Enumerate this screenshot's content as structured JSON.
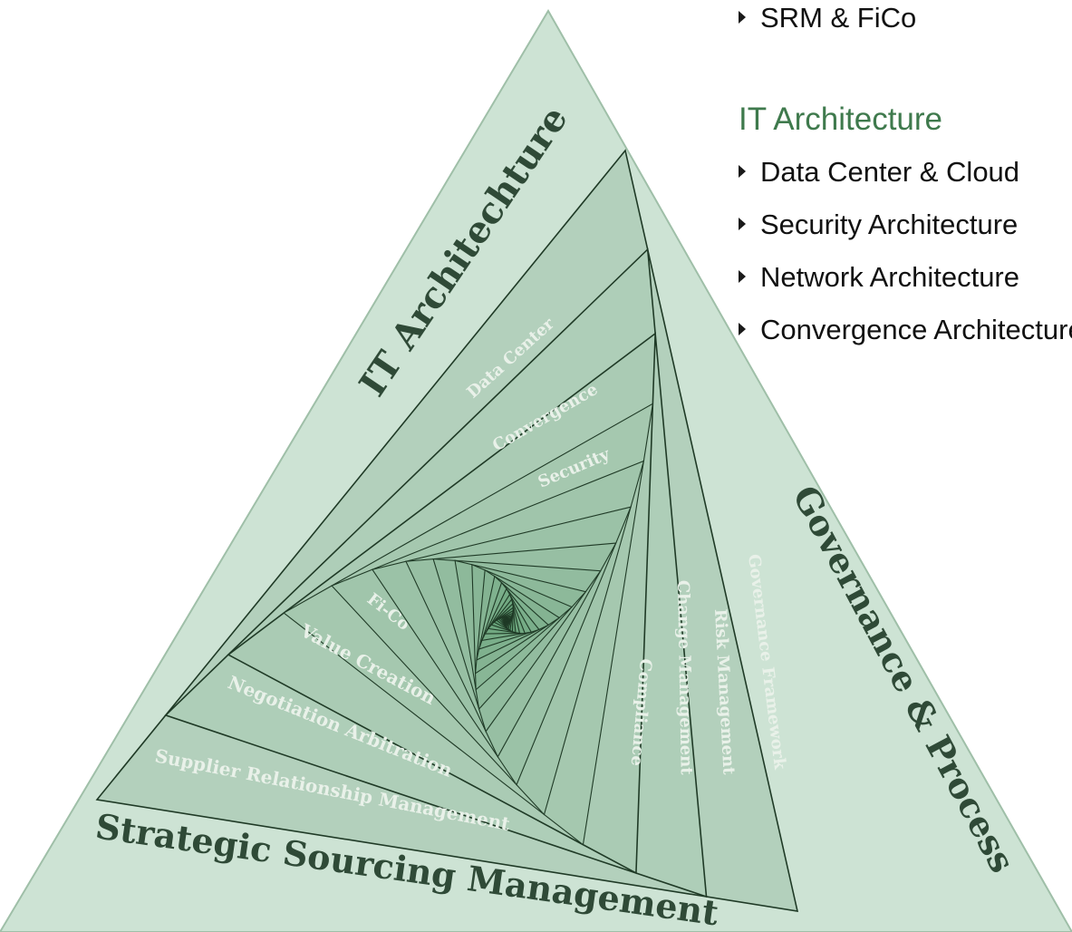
{
  "colors": {
    "accent": "#3f7a4d",
    "outer_fill": "#cde3d4",
    "band_stroke": "#1f3a26"
  },
  "list": {
    "top_item": "SRM & FiCo",
    "heading": "IT Architecture",
    "items": [
      "Data Center & Cloud",
      "Security Architecture",
      "Network Architecture",
      "Convergence Architecture"
    ]
  },
  "diagram": {
    "sides": {
      "left": "IT Architechture",
      "right": "Governance & Process",
      "bottom": "Strategic Sourcing Management"
    },
    "bands": {
      "it": [
        "Data Center",
        "Convergence",
        "Security"
      ],
      "sourcing": [
        "Supplier Relationship Management",
        "Negotiation Arbitration",
        "Value Creation",
        "Fi-Co"
      ],
      "governance": [
        "Governance Framework",
        "Risk Management",
        "Change Management",
        "Compliance"
      ]
    }
  }
}
